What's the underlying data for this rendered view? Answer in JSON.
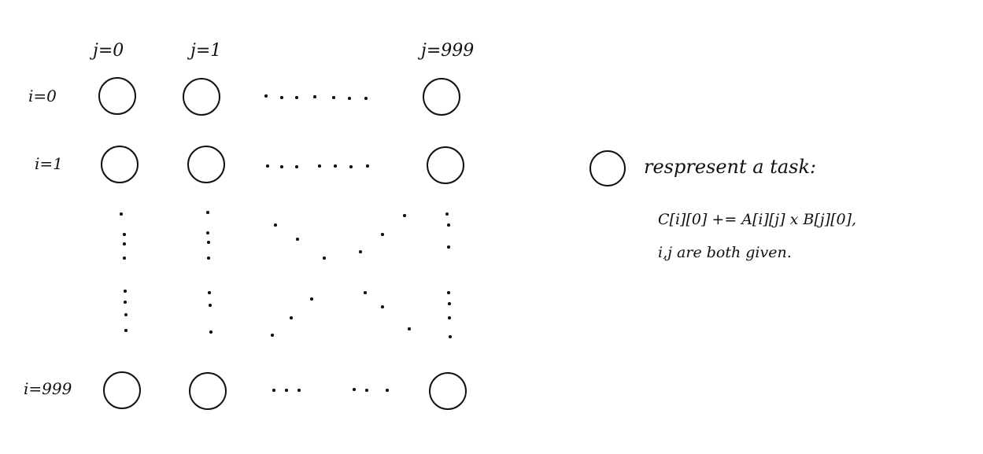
{
  "diagram": {
    "column_labels": [
      "j=0",
      "j=1",
      "j=999"
    ],
    "row_labels": [
      "i=0",
      "i=1",
      "i=999"
    ],
    "legend": {
      "symbol": "circle",
      "title": "respresent a task:",
      "lines": [
        "C[i][0] += A[i][j] x B[j][0],",
        "i,j are both given."
      ]
    }
  }
}
